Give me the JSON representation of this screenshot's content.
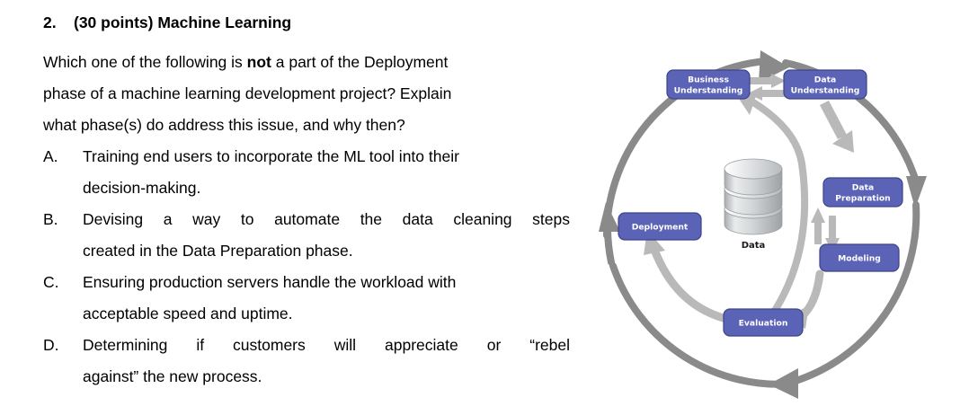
{
  "question": {
    "number": "2.",
    "title": "(30 points) Machine Learning",
    "stem_line1_a": "Which one of the following is ",
    "stem_bold": "not",
    "stem_line1_b": " a part of the Deployment",
    "stem_line2": "phase of a machine learning development project? Explain",
    "stem_line3": "what phase(s) do address this issue, and why then?",
    "options": [
      {
        "letter": "A.",
        "lines": [
          {
            "text": "Training end users to incorporate the ML tool into their",
            "justify": false
          },
          {
            "text": "decision-making.",
            "justify": false
          }
        ]
      },
      {
        "letter": "B.",
        "lines": [
          {
            "text": "Devising a way to automate the data cleaning steps",
            "justify": true
          },
          {
            "text": "created in the Data Preparation phase.",
            "justify": false
          }
        ]
      },
      {
        "letter": "C.",
        "lines": [
          {
            "text": "Ensuring production servers handle the workload with",
            "justify": false
          },
          {
            "text": "acceptable speed and uptime.",
            "justify": false
          }
        ]
      },
      {
        "letter": "D.",
        "lines": [
          {
            "text": "Determining if customers will appreciate or “rebel",
            "justify": true
          },
          {
            "text": "against” the new process.",
            "justify": false
          }
        ]
      }
    ]
  },
  "diagram": {
    "name": "crisp-dm-lifecycle-diagram",
    "colors": {
      "phase_fill": "#5b63b7",
      "phase_border": "#3d4487",
      "phase_text": "#ffffff",
      "outer_ring": "#8a8a8a",
      "inner_arrow": "#b9b9b9",
      "data_icon": "#c9cbcd"
    },
    "phases": [
      {
        "id": "business-understanding",
        "line1": "Business",
        "line2": "Understanding"
      },
      {
        "id": "data-understanding",
        "line1": "Data",
        "line2": "Understanding"
      },
      {
        "id": "data-preparation",
        "line1": "Data",
        "line2": "Preparation"
      },
      {
        "id": "modeling",
        "line1": "Modeling",
        "line2": ""
      },
      {
        "id": "evaluation",
        "line1": "Evaluation",
        "line2": ""
      },
      {
        "id": "deployment",
        "line1": "Deployment",
        "line2": ""
      }
    ],
    "center_icon": {
      "id": "database-cylinder-icon",
      "label": "Data"
    }
  }
}
